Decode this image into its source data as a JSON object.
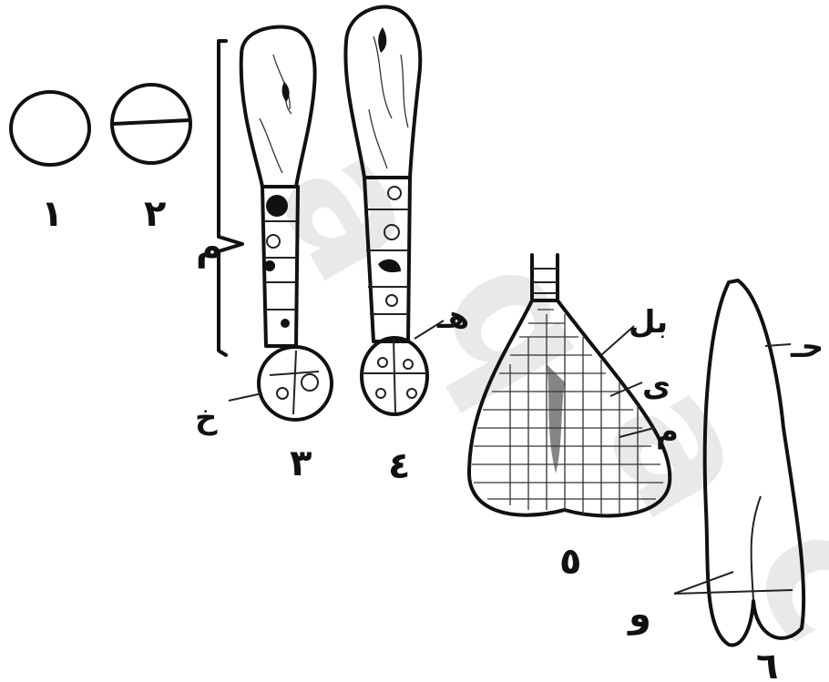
{
  "figure": {
    "stage_labels": [
      "١",
      "٢",
      "٣",
      "٤",
      "٥",
      "٦"
    ],
    "part_labels": {
      "m_bracket": "م",
      "kh": "خ",
      "h": "هـ",
      "bl": "بل",
      "d": "ى",
      "m": "م",
      "ha": "حـ",
      "w": "و"
    }
  },
  "colors": {
    "ink": "#111111",
    "paper": "#ffffff",
    "watermark": "#e6e6e6"
  }
}
